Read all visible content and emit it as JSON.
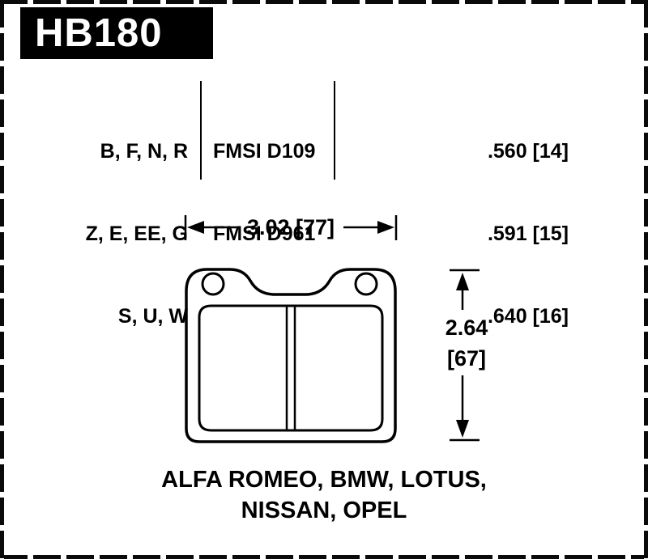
{
  "part_box": {
    "part_number": "HB180"
  },
  "spec_table": {
    "compound_rows": [
      "B, F, N, R",
      "Z, E, EE, G",
      "S, U, W"
    ],
    "fmsi_rows": [
      "FMSI D109",
      "FMSI D961"
    ],
    "thickness_rows": [
      ".560 [14]",
      ".591 [15]",
      ".640 [16]"
    ]
  },
  "dimensions": {
    "width_label": "3.02 [77]",
    "height_label_line1": "2.64",
    "height_label_line2": "[67]"
  },
  "applications": {
    "line1": "ALFA ROMEO, BMW, LOTUS,",
    "line2": "NISSAN, OPEL"
  },
  "colors": {
    "ink": "#000000",
    "background": "#ffffff"
  }
}
